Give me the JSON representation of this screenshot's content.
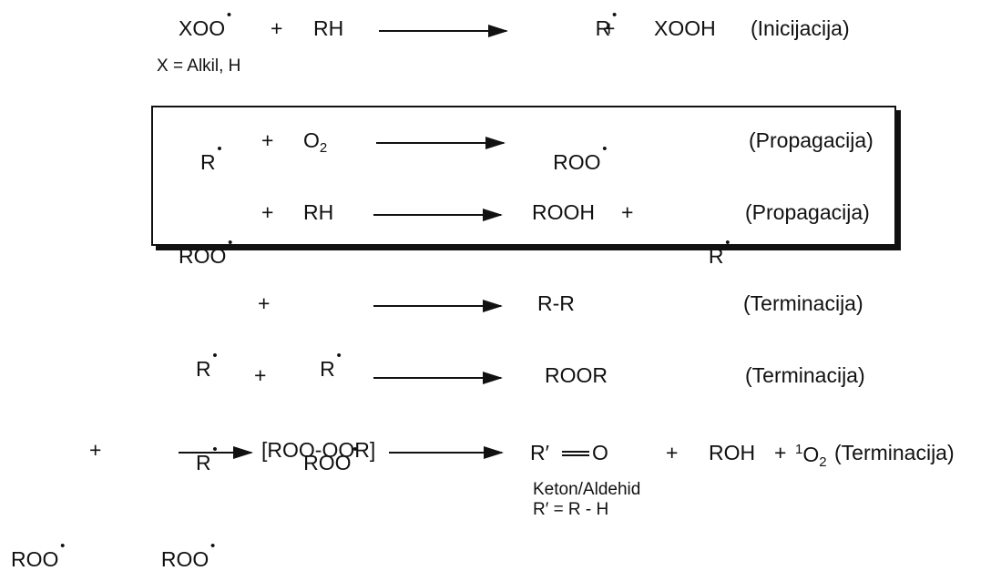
{
  "initiation": {
    "reactant1": "XOO",
    "plus1": "+",
    "reactant2": "RH",
    "product1": "R",
    "plus2": "+",
    "product2": "XOOH",
    "label": "(Inicijacija)",
    "note": "X = Alkil, H"
  },
  "propagation1": {
    "reactant1": "R",
    "plus": "+",
    "reactant2": "O",
    "reactant2_sub": "2",
    "product": "ROO",
    "label": "(Propagacija)"
  },
  "propagation2": {
    "reactant1": "ROO",
    "plus1": "+",
    "reactant2": "RH",
    "product1": "ROOH",
    "plus2": "+",
    "product2": "R",
    "label": "(Propagacija)"
  },
  "termination1": {
    "reactant1": "R",
    "plus": "+",
    "reactant2": "R",
    "product": "R-R",
    "label": "(Terminacija)"
  },
  "termination2": {
    "reactant1": "R",
    "plus": "+",
    "reactant2": "ROO",
    "product": "ROOR",
    "label": "(Terminacija)"
  },
  "termination3": {
    "reactant1": "ROO",
    "plus1": "+",
    "reactant2": "ROO",
    "intermediate": "[ROO-OOR]",
    "product1_r": "R′",
    "product1_o": "O",
    "plus2": "+",
    "product2": "ROH",
    "plus3": "+",
    "product3_sup": "1",
    "product3": "O",
    "product3_sub": "2",
    "label": "(Terminacija)",
    "note1": "Keton/Aldehid",
    "note2": "R′ = R - H"
  }
}
